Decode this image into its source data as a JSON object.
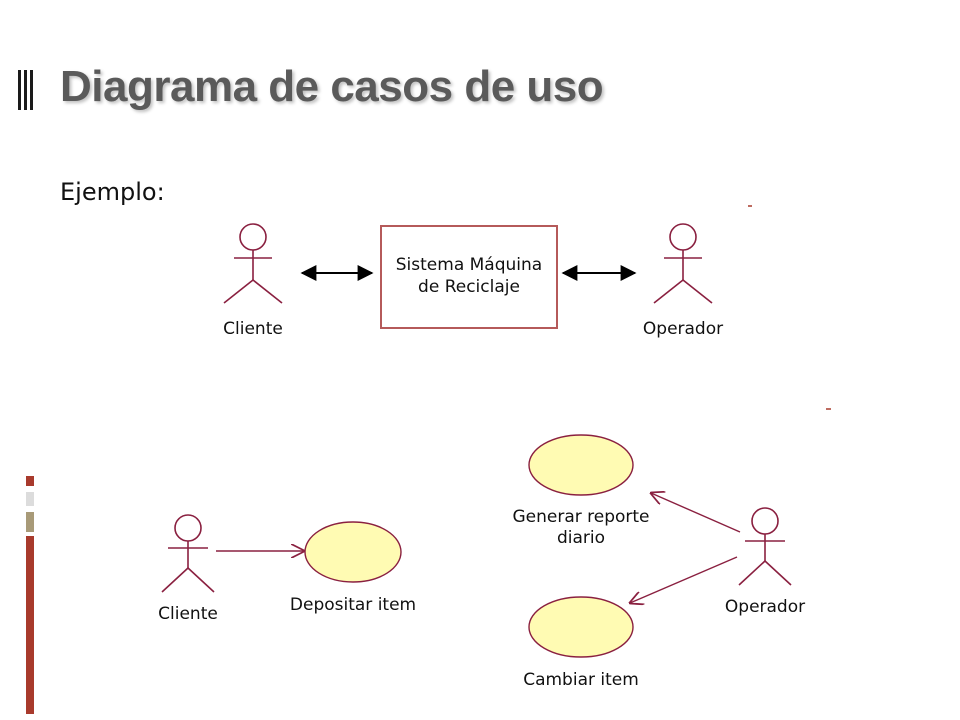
{
  "slide": {
    "title": "Diagrama de casos de uso",
    "subtitle": "Ejemplo:"
  },
  "context_diagram": {
    "actor_left": "Cliente",
    "system_line1": "Sistema Máquina",
    "system_line2": "de Reciclaje",
    "actor_right": "Operador"
  },
  "usecase_diagram": {
    "actor_left": "Cliente",
    "usecase_deposit": "Depositar  item",
    "usecase_report_line1": "Generar reporte",
    "usecase_report_line2": "diario",
    "usecase_change": "Cambiar item",
    "actor_right": "Operador"
  },
  "colors": {
    "title": "#5a5a5a",
    "accent_red": "#a83a2c",
    "accent_tan": "#a89a78",
    "usecase_fill": "#fffbb3",
    "actor_stroke": "#8a2040"
  }
}
